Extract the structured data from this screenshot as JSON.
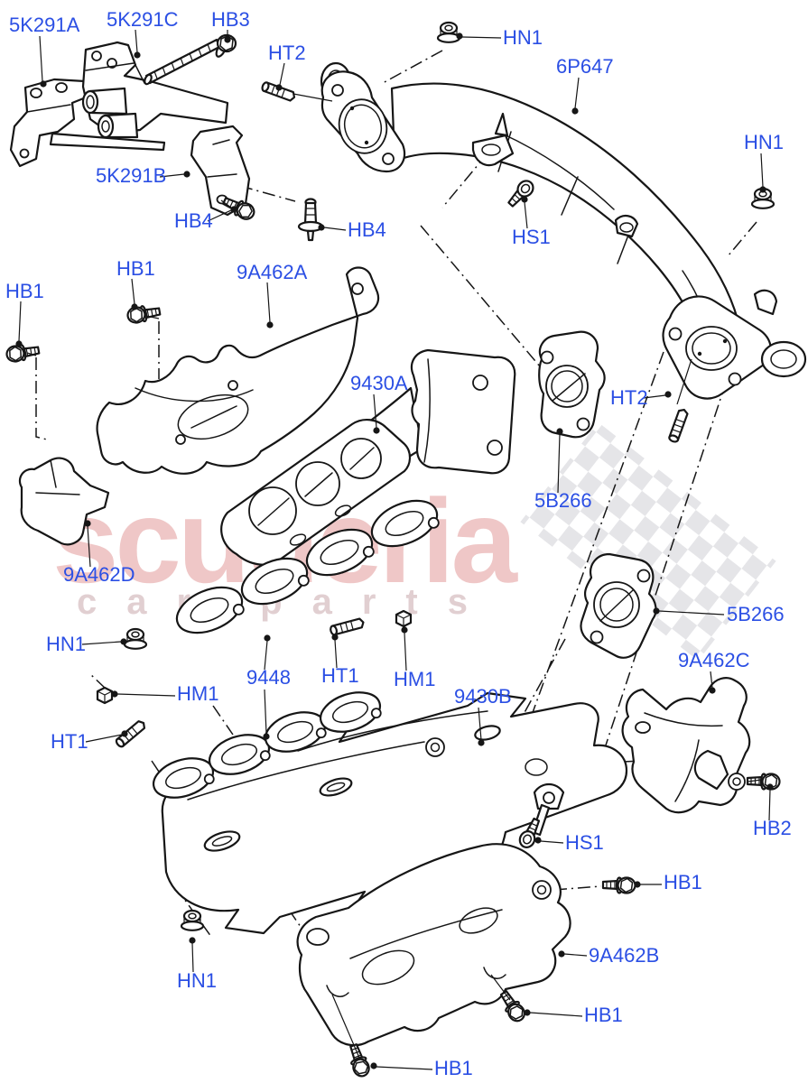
{
  "diagram": {
    "type": "exploded-parts-diagram",
    "subject": "exhaust manifold assembly line drawing",
    "label_color": "#2b4fe4",
    "line_color": "#161616",
    "background_color": "#ffffff",
    "watermark": {
      "brand": "scuderia",
      "tagline": "car parts",
      "brand_color": "#cf5454",
      "flag_color": "#e0e0e4"
    },
    "callouts": [
      {
        "text": "5K291A"
      },
      {
        "text": "5K291C"
      },
      {
        "text": "HB3"
      },
      {
        "text": "HN1"
      },
      {
        "text": "6P647"
      },
      {
        "text": "HT2"
      },
      {
        "text": "HN1"
      },
      {
        "text": "5K291B"
      },
      {
        "text": "HB4"
      },
      {
        "text": "HB4"
      },
      {
        "text": "HS1"
      },
      {
        "text": "HB1"
      },
      {
        "text": "9A462A"
      },
      {
        "text": "HB1"
      },
      {
        "text": "9430A"
      },
      {
        "text": "HT2"
      },
      {
        "text": "5B266"
      },
      {
        "text": "9A462D"
      },
      {
        "text": "5B266"
      },
      {
        "text": "HN1"
      },
      {
        "text": "9A462C"
      },
      {
        "text": "9448"
      },
      {
        "text": "HT1"
      },
      {
        "text": "HM1"
      },
      {
        "text": "HM1"
      },
      {
        "text": "9430B"
      },
      {
        "text": "HT1"
      },
      {
        "text": "HB2"
      },
      {
        "text": "HS1"
      },
      {
        "text": "HB1"
      },
      {
        "text": "9A462B"
      },
      {
        "text": "HN1"
      },
      {
        "text": "HB1"
      },
      {
        "text": "HB1"
      }
    ]
  }
}
